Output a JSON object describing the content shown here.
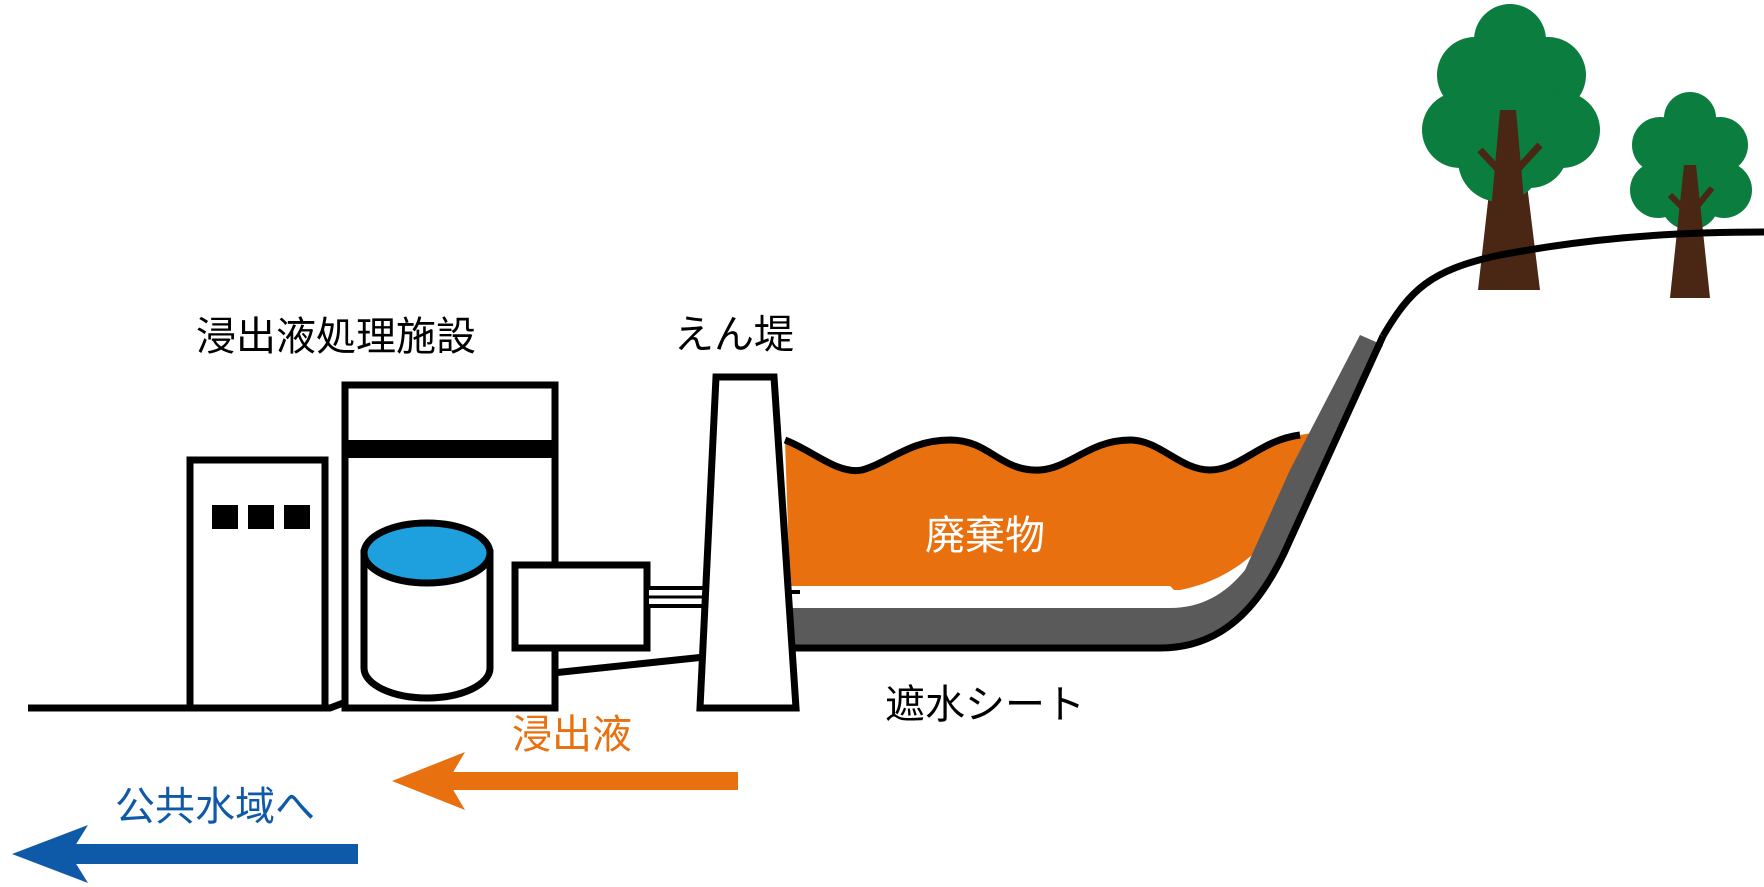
{
  "labels": {
    "facility": "浸出液処理施設",
    "embankment": "えん堤",
    "waste": "廃棄物",
    "liner": "遮水シート",
    "leachate": "浸出液",
    "public_waters": "公共水域へ"
  },
  "colors": {
    "waste": "#e8700e",
    "liner": "#5a5a5a",
    "water": "#1ea0de",
    "leachate_arrow": "#e8700e",
    "public_arrow": "#0f5aa8",
    "tree_canopy": "#0b7d3e",
    "tree_trunk": "#4a2614",
    "outline": "#000000"
  },
  "icons": [
    "tree-icon",
    "tree-icon",
    "water-tank-icon",
    "building-icon",
    "arrow-left-icon"
  ]
}
